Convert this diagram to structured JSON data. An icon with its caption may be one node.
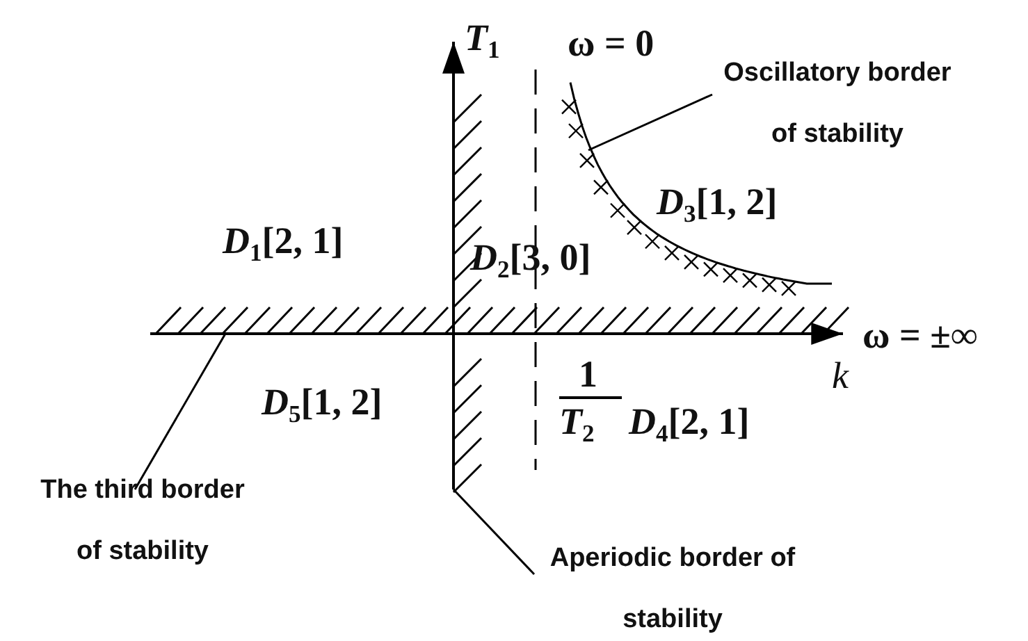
{
  "diagram": {
    "nodes": [
      {
        "text": [
          "Oscillatory border of stability"
        ]
      },
      {
        "text": [
          "The third border of stability"
        ]
      },
      {
        "text": [
          "Aperiodic border of stability"
        ]
      },
      {
        "text": [],
        "shape": "curve"
      },
      {
        "text": [],
        "shape": "line"
      },
      {
        "text": [],
        "shape": "line"
      }
    ],
    "edges": [
      {
        "from": 0,
        "to": 3,
        "arrow": "none"
      },
      {
        "from": 1,
        "to": 4,
        "arrow": "none"
      },
      {
        "from": 2,
        "to": 5,
        "arrow": "none"
      }
    ],
    "labels": [
      "*T*$_{1}$",
      "ω = 0",
      "*D*$_{3}$[1, 2]",
      "*D*$_{1}$[2, 1]",
      "*D*$_{2}$[3, 0]",
      "ω = ±∞",
      "k",
      "1",
      "*T*$_{2}$",
      "*D*$_{4}$[2, 1]",
      "*D*$_{5}$[1, 2]"
    ]
  }
}
